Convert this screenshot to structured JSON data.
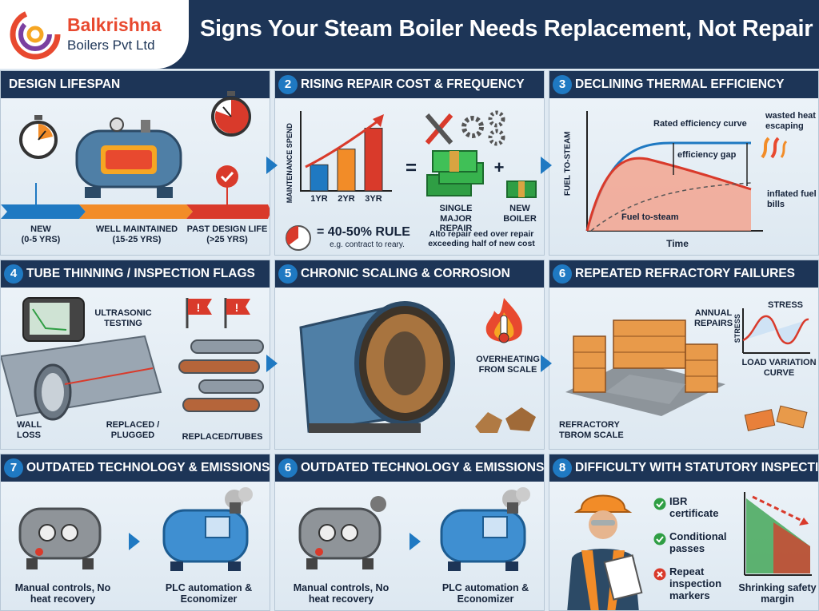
{
  "header": {
    "brand_name": "Balkrishna",
    "brand_sub": "Boilers Pvt Ltd",
    "title": "Signs Your Steam Boiler Needs Replacement, Not Repair"
  },
  "panels": [
    {
      "num": "",
      "title": "DESIGN LIFESPAN",
      "timeline": [
        "NEW",
        "WELL MAINTAINED",
        "PAST DESIGN LIFE"
      ],
      "ranges": [
        "(0-5 YRS)",
        "(15-25 YRS)",
        "(>25 YRS)"
      ]
    },
    {
      "num": "2",
      "title": "RISING REPAIR COST & FREQUENCY",
      "ylabel": "MAINTENANCE SPEND",
      "bars": [
        {
          "label": "1YR",
          "value": 1
        },
        {
          "label": "2YR",
          "value": 1.6
        },
        {
          "label": "3YR",
          "value": 2.4
        }
      ],
      "eq": "=",
      "plus": "+",
      "major": "SINGLE MAJOR REPAIR",
      "newb": "NEW BOILER",
      "rule": "= 40-50% RULE",
      "rule_sub": "e.g. contract to reary.",
      "rule_note": "Alto repair eed over repair exceeding half of new cost"
    },
    {
      "num": "3",
      "title": "DECLINING THERMAL EFFICIENCY",
      "ylabel": "FUEL TO-STEAM",
      "xlabel": "Time",
      "curve_label": "Rated efficiency curve",
      "gap_label": "efficiency gap",
      "fuel_label": "Fuel to-steam",
      "wasted": "wasted heat escaping",
      "inflated": "inflated fuel bills"
    },
    {
      "num": "4",
      "title": "TUBE THINNING / INSPECTION FLAGS",
      "ultra": "ULTRASONIC TESTING",
      "wall": "WALL LOSS",
      "replaced": "REPLACED / PLUGGED",
      "replaced_tubes": "REPLACED/TUBES",
      "flag_mark": "!"
    },
    {
      "num": "5",
      "title": "CHRONIC SCALING & CORROSION",
      "overheat": "OVERHEATING FROM SCALE"
    },
    {
      "num": "6",
      "title": "REPEATED REFRACTORY FAILURES",
      "annual": "ANNUAL REPAIRS",
      "stress_top": "STRESS",
      "stress_side": "STRESS",
      "load": "LOAD VARIATION CURVE",
      "refractory": "REFRACTORY TBROM SCALE"
    },
    {
      "num": "7",
      "title": "OUTDATED TECHNOLOGY & EMISSIONS",
      "left": "Manual controls, No heat recovery",
      "right": "PLC automation & Economizer"
    },
    {
      "num": "6",
      "title": "OUTDATED TECHNOLOGY & EMISSIONS",
      "left": "Manual controls, No heat recovery",
      "right": "PLC automation & Economizer"
    },
    {
      "num": "8",
      "title": "DIFFICULTY WITH STATUTORY INSPECTIONS",
      "checks": [
        {
          "text": "IBR certificate",
          "ok": true
        },
        {
          "text": "Conditional passes",
          "ok": true
        },
        {
          "text": "Repeat inspection markers",
          "ok": false
        }
      ],
      "shrink": "Shrinking safety margin"
    }
  ],
  "colors": {
    "navy": "#1d3557",
    "accent": "#1f79c2",
    "orange": "#f28c28",
    "red": "#d93a2b",
    "green": "#2f9e44"
  }
}
